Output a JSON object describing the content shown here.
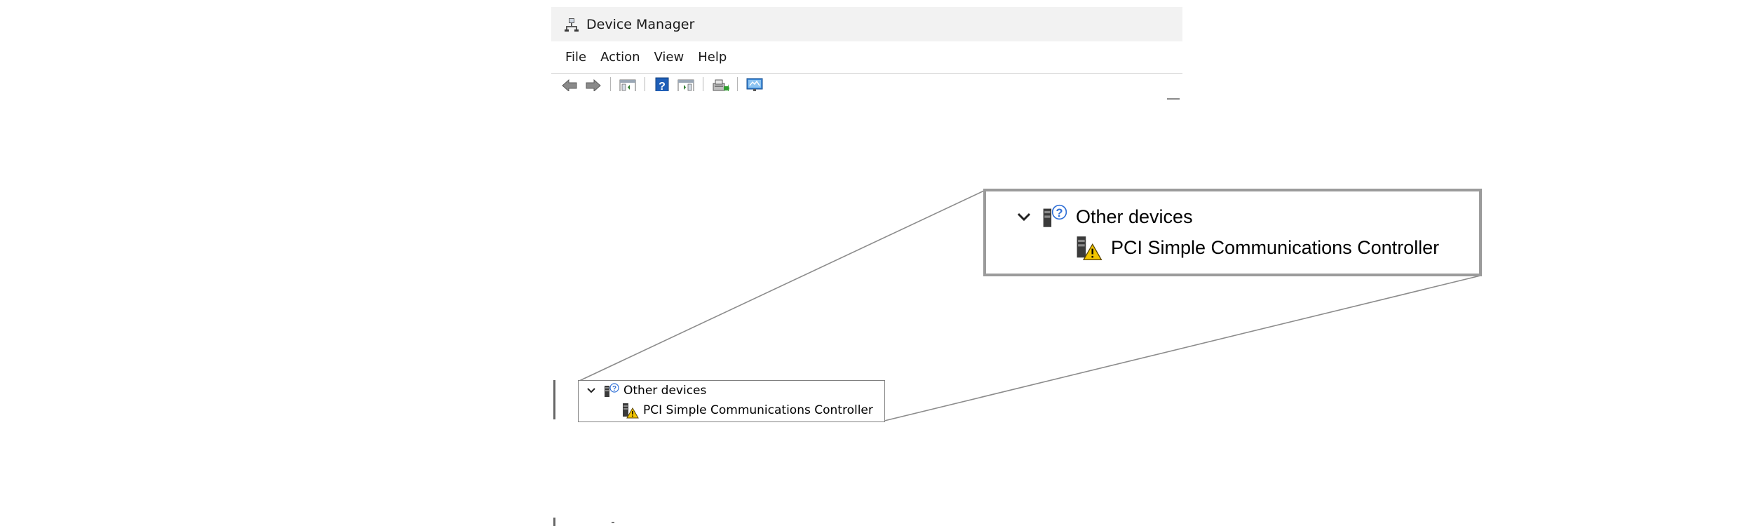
{
  "window": {
    "title": "Device Manager",
    "title_icon": "device-manager-icon"
  },
  "menubar": {
    "items": [
      "File",
      "Action",
      "View",
      "Help"
    ]
  },
  "toolbar": {
    "buttons": [
      "back-arrow-icon",
      "forward-arrow-icon",
      "show-hide-console-tree-icon",
      "help-icon",
      "properties-pane-icon",
      "update-driver-icon",
      "monitor-scan-icon"
    ]
  },
  "tree": {
    "category": {
      "label": "Other devices",
      "expanded": true,
      "icon": "unknown-device-category-icon"
    },
    "device": {
      "label": "PCI Simple Communications Controller",
      "icon": "device-warning-icon"
    }
  },
  "colors": {
    "callout_border": "#9b9b9b",
    "warning_yellow": "#f2c500",
    "question_blue": "#2f6fd6",
    "toolbar_blue": "#1f5fb8"
  }
}
